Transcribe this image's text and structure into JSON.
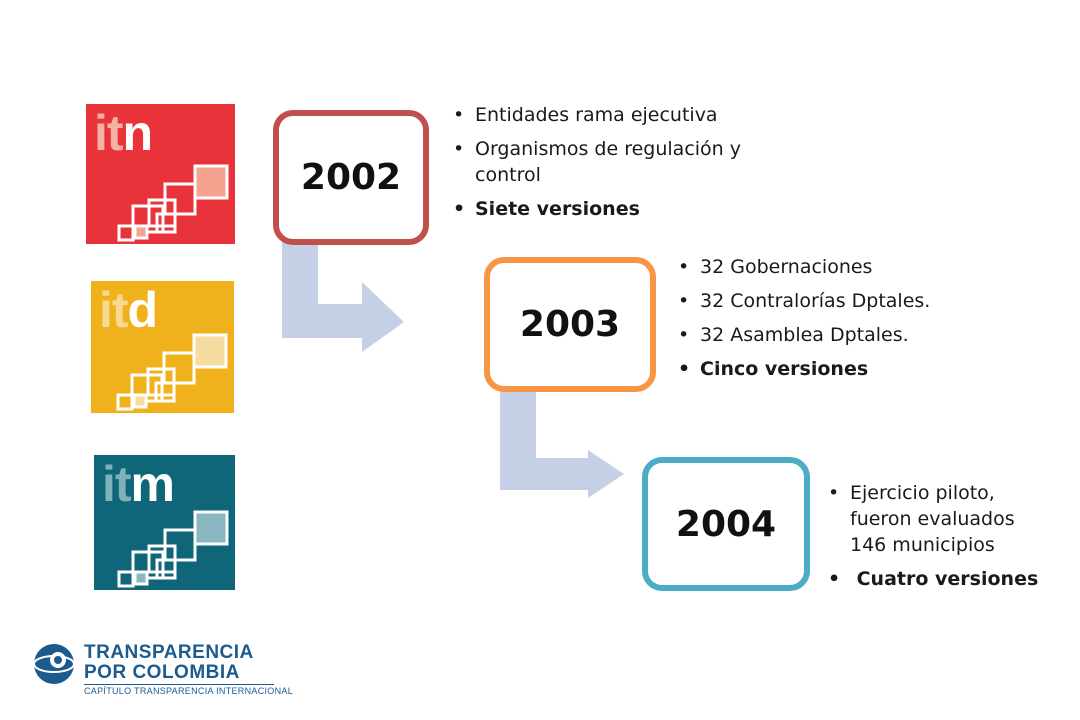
{
  "logos": [
    {
      "id": "itn",
      "text_a": "it",
      "text_b": "n",
      "bg": "#e8333b",
      "accent": "#f4a391",
      "text_a_color": "#f6b1a5",
      "text_b_color": "#ffffff"
    },
    {
      "id": "itd",
      "text_a": "it",
      "text_b": "d",
      "bg": "#efb21c",
      "accent": "#f7dca0",
      "text_a_color": "#f8d98f",
      "text_b_color": "#ffffff"
    },
    {
      "id": "itm",
      "text_a": "it",
      "text_b": "m",
      "bg": "#0f6679",
      "accent": "#8ab6bf",
      "text_a_color": "#7fb0bb",
      "text_b_color": "#ffffff"
    }
  ],
  "timeline": [
    {
      "year": "2002",
      "border": "#c0504d",
      "bullets": [
        {
          "text": "Entidades rama ejecutiva",
          "bold": false
        },
        {
          "text": "Organismos de regulación y control",
          "bold": false
        },
        {
          "text": "Siete  versiones",
          "bold": true
        }
      ]
    },
    {
      "year": "2003",
      "border": "#f79646",
      "bullets": [
        {
          "text": "32 Gobernaciones",
          "bold": false
        },
        {
          "text": "32 Contralorías Dptales.",
          "bold": false
        },
        {
          "text": "32 Asamblea Dptales.",
          "bold": false
        },
        {
          "text": "Cinco versiones",
          "bold": true
        }
      ]
    },
    {
      "year": "2004",
      "border": "#4bacc6",
      "bullets": [
        {
          "text": "Ejercicio piloto, fueron evaluados 146 municipios",
          "bold": false
        },
        {
          "text": " Cuatro versiones",
          "bold": true
        }
      ]
    }
  ],
  "arrow_color": "#c5cfe5",
  "brand": {
    "line1": "TRANSPARENCIA",
    "line2": "POR COLOMBIA",
    "sub": "CAPÍTULO TRANSPARENCIA INTERNACIONAL",
    "color": "#1d5a8e"
  }
}
